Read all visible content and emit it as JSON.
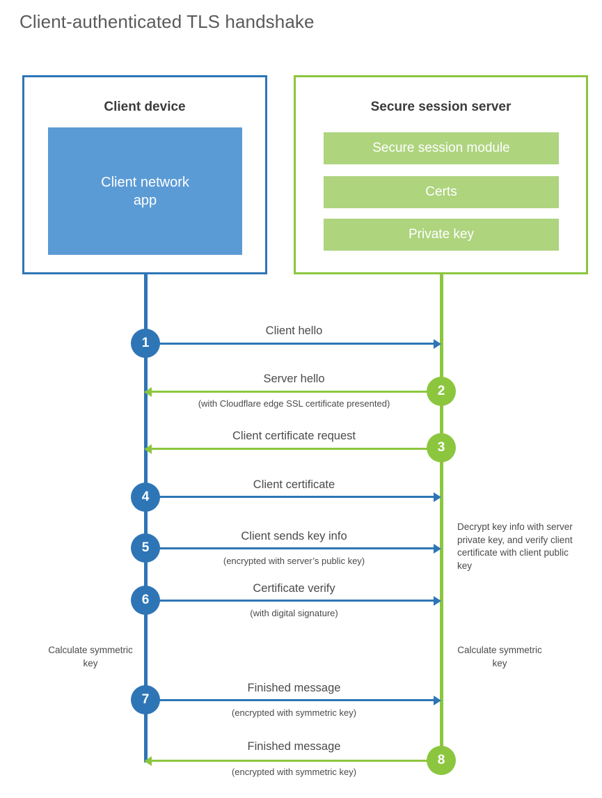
{
  "title": "Client-authenticated TLS handshake",
  "colors": {
    "client_blue": "#2E75B6",
    "client_app_fill": "#5B9BD5",
    "server_green": "#8CC63F",
    "server_bar_fill": "#AED47E",
    "text": "#4a4a4a"
  },
  "actors": {
    "client": {
      "title": "Client device",
      "app_label": "Client network\napp",
      "app_label_line1": "Client network",
      "app_label_line2": "app"
    },
    "server": {
      "title": "Secure session server",
      "components": [
        {
          "label": "Secure session module"
        },
        {
          "label": "Certs"
        },
        {
          "label": "Private key"
        }
      ]
    }
  },
  "steps": [
    {
      "number": "1",
      "direction": "client-to-server",
      "color": "blue",
      "label": "Client hello",
      "sublabel": ""
    },
    {
      "number": "2",
      "direction": "server-to-client",
      "color": "green",
      "label": "Server hello",
      "sublabel": "(with Cloudflare edge SSL certificate presented)"
    },
    {
      "number": "3",
      "direction": "server-to-client",
      "color": "green",
      "label": "Client certificate request",
      "sublabel": ""
    },
    {
      "number": "4",
      "direction": "client-to-server",
      "color": "blue",
      "label": "Client certificate",
      "sublabel": ""
    },
    {
      "number": "5",
      "direction": "client-to-server",
      "color": "blue",
      "label": "Client sends key info",
      "sublabel": "(encrypted with server’s public key)"
    },
    {
      "number": "6",
      "direction": "client-to-server",
      "color": "blue",
      "label": "Certificate verify",
      "sublabel": "(with digital signature)"
    },
    {
      "number": "7",
      "direction": "client-to-server",
      "color": "blue",
      "label": "Finished message",
      "sublabel": "(encrypted with symmetric key)"
    },
    {
      "number": "8",
      "direction": "server-to-client",
      "color": "green",
      "label": "Finished message",
      "sublabel": "(encrypted with symmetric key)"
    }
  ],
  "annotations": {
    "decrypt_note": "Decrypt key info with server private key, and verify client certificate with client public key",
    "calculate_symmetric_key_client": "Calculate symmetric key",
    "calculate_symmetric_key_server": "Calculate symmetric key"
  }
}
